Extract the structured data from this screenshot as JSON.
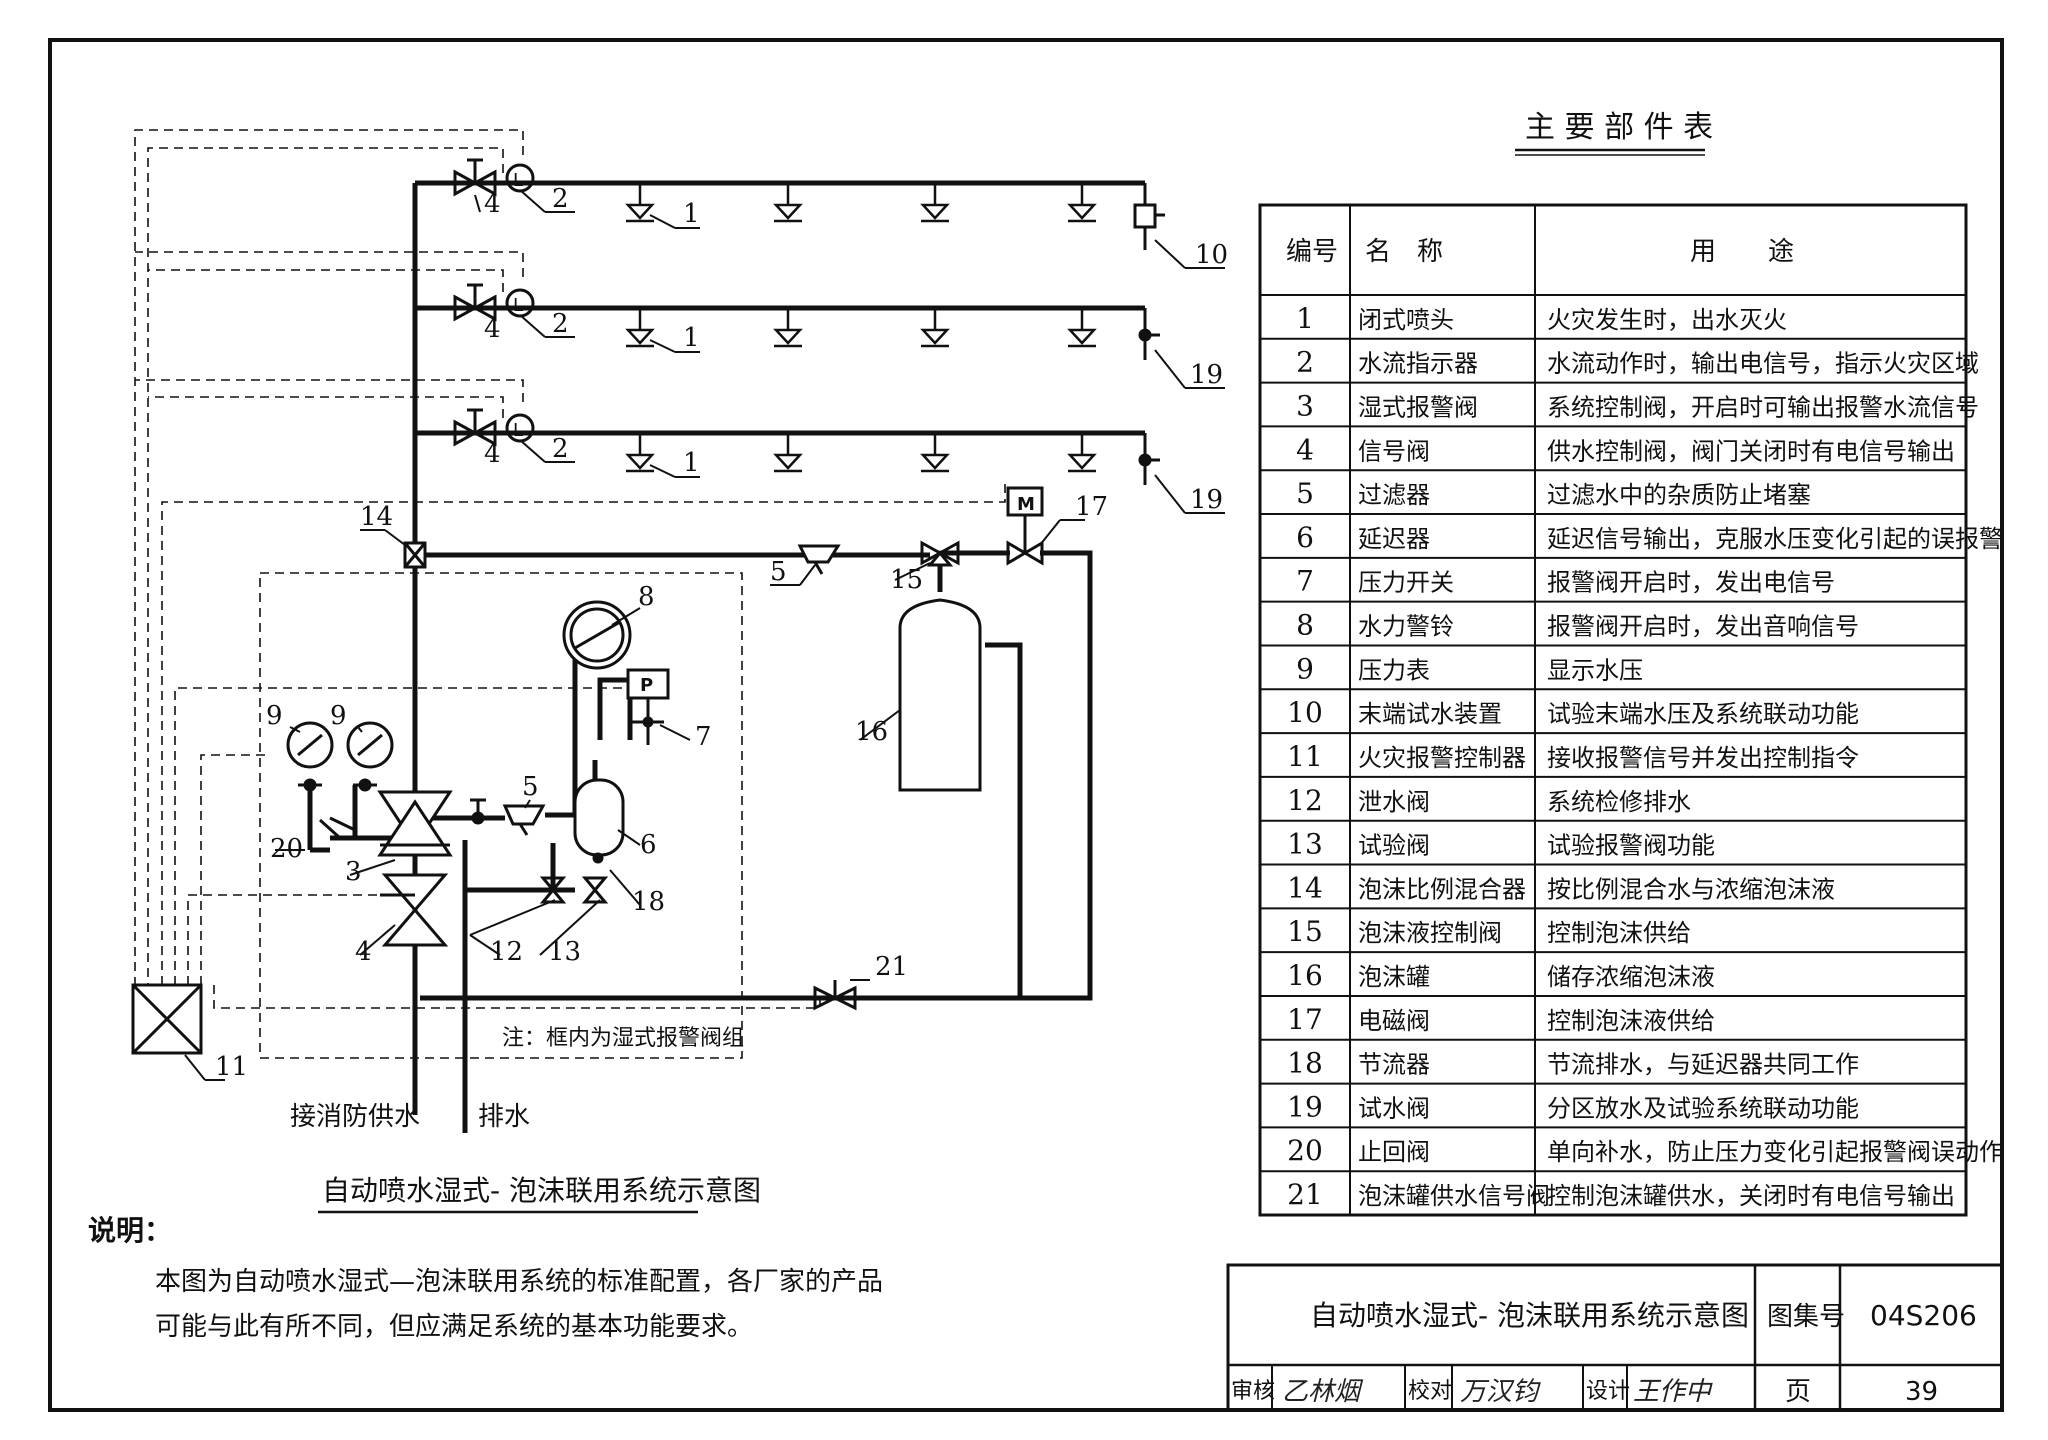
{
  "diagram": {
    "labels": {
      "water_supply": "接消防供水",
      "drain": "排水",
      "frame_note": "注：框内为湿式报警阀组",
      "motor": "M",
      "pressure_switch": "P",
      "callouts": [
        "1",
        "2",
        "4",
        "10",
        "19",
        "14",
        "5",
        "15",
        "17",
        "16",
        "8",
        "7",
        "9",
        "20",
        "3",
        "6",
        "18",
        "12",
        "13",
        "21",
        "11"
      ]
    },
    "caption": "自动喷水湿式- 泡沫联用系统示意图",
    "notes_title": "说明：",
    "notes_lines": [
      "本图为自动喷水湿式—泡沫联用系统的标准配置，各厂家的产品",
      "可能与此有所不同，但应满足系统的基本功能要求。"
    ]
  },
  "parts_table": {
    "title": "主 要 部 件 表",
    "headers": [
      "编号",
      "名　称",
      "用　　途"
    ],
    "rows": [
      [
        "1",
        "闭式喷头",
        "火灾发生时，出水灭火"
      ],
      [
        "2",
        "水流指示器",
        "水流动作时，输出电信号，指示火灾区域"
      ],
      [
        "3",
        "湿式报警阀",
        "系统控制阀，开启时可输出报警水流信号"
      ],
      [
        "4",
        "信号阀",
        "供水控制阀，阀门关闭时有电信号输出"
      ],
      [
        "5",
        "过滤器",
        "过滤水中的杂质防止堵塞"
      ],
      [
        "6",
        "延迟器",
        "延迟信号输出，克服水压变化引起的误报警"
      ],
      [
        "7",
        "压力开关",
        "报警阀开启时，发出电信号"
      ],
      [
        "8",
        "水力警铃",
        "报警阀开启时，发出音响信号"
      ],
      [
        "9",
        "压力表",
        "显示水压"
      ],
      [
        "10",
        "末端试水装置",
        "试验末端水压及系统联动功能"
      ],
      [
        "11",
        "火灾报警控制器",
        "接收报警信号并发出控制指令"
      ],
      [
        "12",
        "泄水阀",
        "系统检修排水"
      ],
      [
        "13",
        "试验阀",
        "试验报警阀功能"
      ],
      [
        "14",
        "泡沫比例混合器",
        "按比例混合水与浓缩泡沫液"
      ],
      [
        "15",
        "泡沫液控制阀",
        "控制泡沫供给"
      ],
      [
        "16",
        "泡沫罐",
        "储存浓缩泡沫液"
      ],
      [
        "17",
        "电磁阀",
        "控制泡沫液供给"
      ],
      [
        "18",
        "节流器",
        "节流排水，与延迟器共同工作"
      ],
      [
        "19",
        "试水阀",
        "分区放水及试验系统联动功能"
      ],
      [
        "20",
        "止回阀",
        "单向补水，防止压力变化引起报警阀误动作"
      ],
      [
        "21",
        "泡沫罐供水信号阀",
        "控制泡沫罐供水，关闭时有电信号输出"
      ]
    ]
  },
  "title_block": {
    "title": "自动喷水湿式- 泡沫联用系统示意图",
    "atlas_label": "图集号",
    "atlas_no": "04S206",
    "review_label": "审核",
    "review_sig": "乙林烟",
    "check_label": "校对",
    "check_sig": "万汉钧",
    "design_label": "设计",
    "design_sig": "王作中",
    "page_label": "页",
    "page_no": "39"
  }
}
